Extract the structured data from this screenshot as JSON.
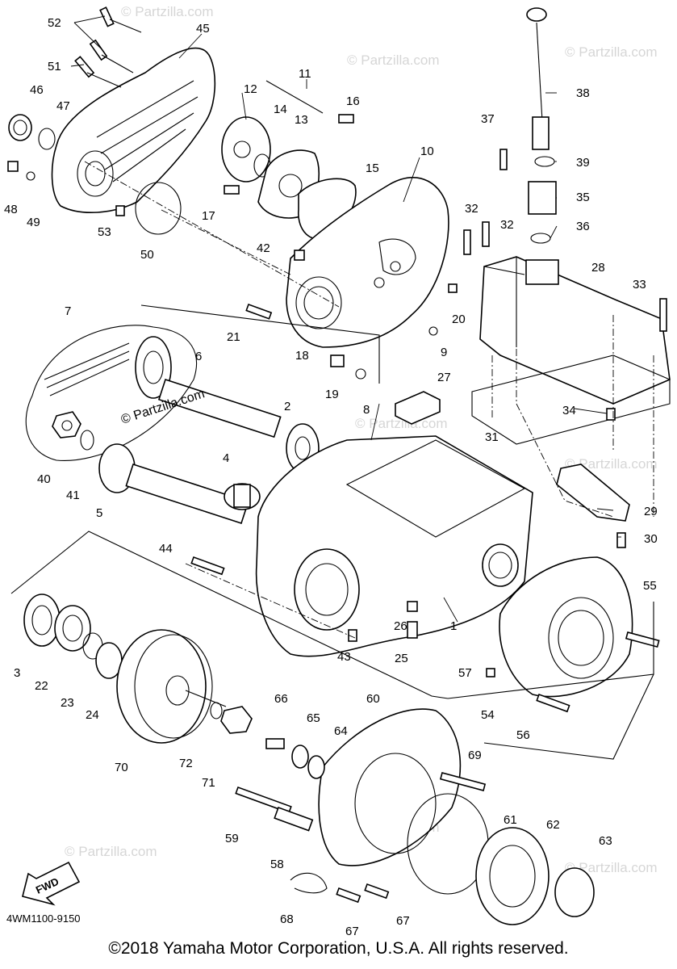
{
  "diagram": {
    "code": "4WM1100-9150",
    "fwd_label": "FWD",
    "watermark": "© Partzilla.com",
    "callout_watermark": "© Partzilla.com",
    "copyright": "©2018 Yamaha Motor Corporation, U.S.A. All rights reserved.",
    "callouts": [
      "1",
      "2",
      "3",
      "4",
      "5",
      "6",
      "7",
      "8",
      "9",
      "10",
      "11",
      "12",
      "13",
      "14",
      "15",
      "16",
      "17",
      "18",
      "19",
      "20",
      "21",
      "22",
      "23",
      "24",
      "25",
      "26",
      "27",
      "28",
      "29",
      "30",
      "31",
      "32",
      "32",
      "33",
      "34",
      "35",
      "36",
      "37",
      "38",
      "39",
      "40",
      "41",
      "42",
      "43",
      "44",
      "45",
      "46",
      "47",
      "48",
      "49",
      "50",
      "51",
      "52",
      "53",
      "54",
      "55",
      "56",
      "57",
      "58",
      "59",
      "60",
      "61",
      "62",
      "63",
      "64",
      "65",
      "66",
      "67",
      "67",
      "68",
      "69",
      "70",
      "71",
      "72"
    ]
  }
}
